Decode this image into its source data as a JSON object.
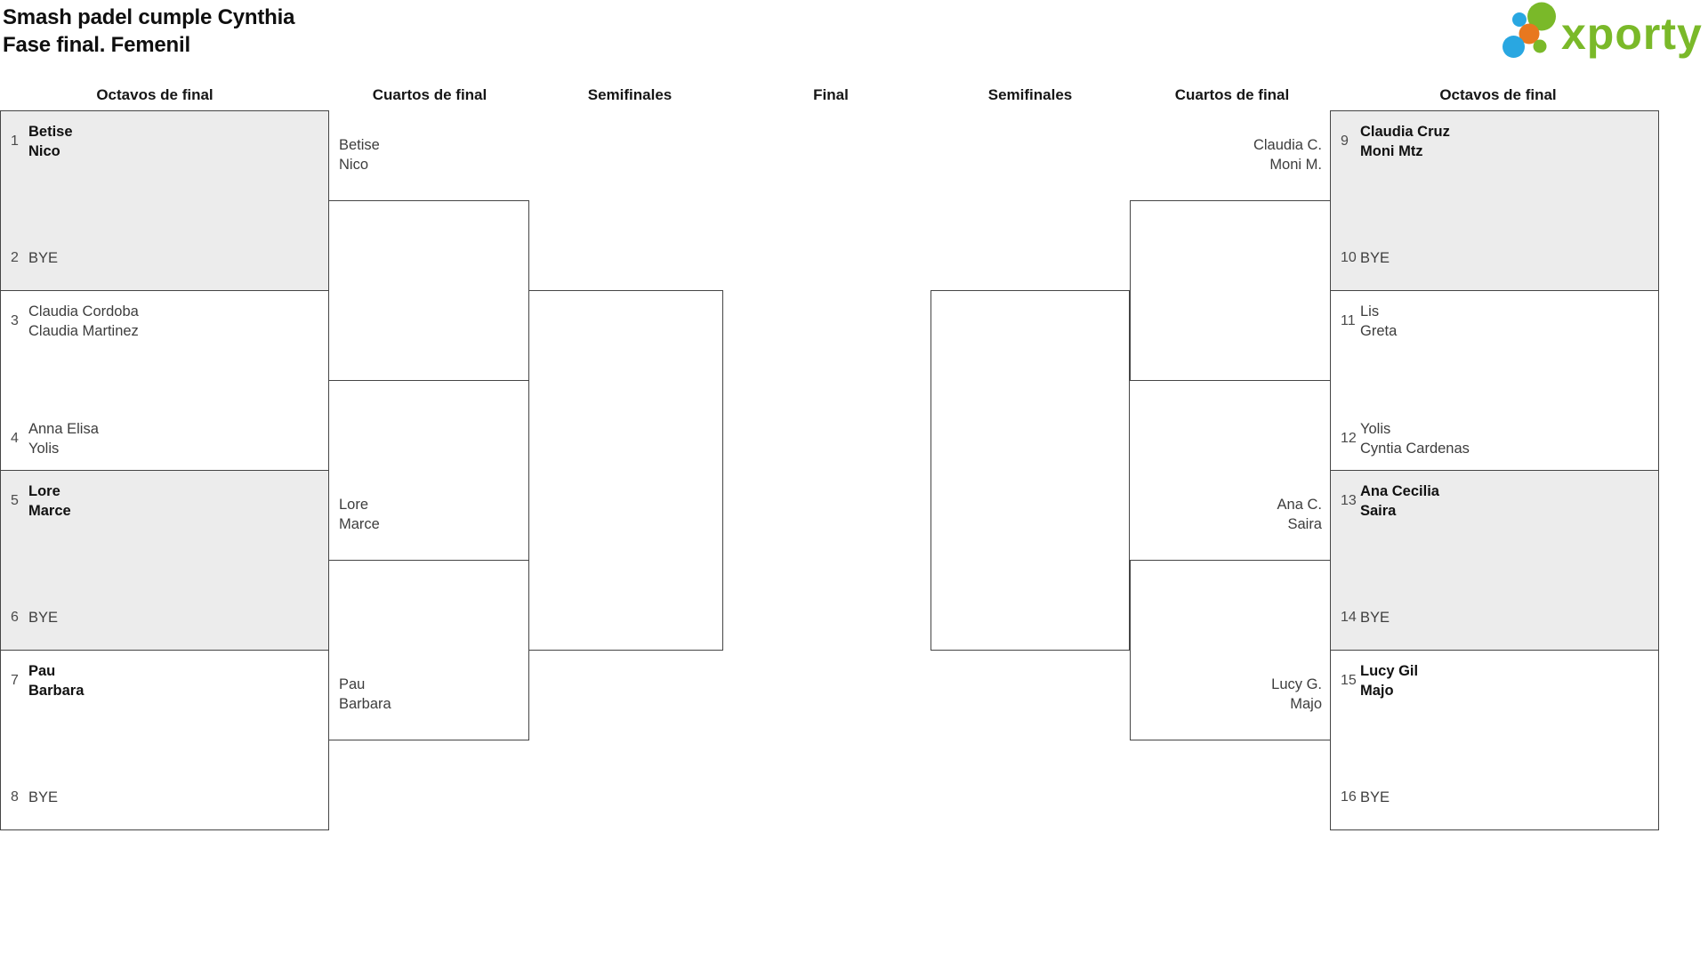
{
  "title": {
    "line1": "Smash padel cumple Cynthia",
    "line2": "Fase final. Femenil"
  },
  "logo": {
    "brand": "xporty",
    "green": "#7ab929",
    "blue": "#29a7e1",
    "orange": "#e8781f"
  },
  "headers": [
    "Octavos de final",
    "Cuartos de final",
    "Semifinales",
    "Final",
    "Semifinales",
    "Cuartos de final",
    "Octavos de final"
  ],
  "colors": {
    "shaded_box": "#ececec",
    "line": "#454545",
    "winner_text": "#111111",
    "regular_text": "#3d3d3d",
    "number_text": "#4a4a4a"
  },
  "octavos_left": [
    {
      "shaded": true,
      "slots": [
        {
          "num": "1",
          "lines": [
            "Betise",
            "Nico"
          ],
          "winner": true
        },
        {
          "num": "2",
          "lines": [
            "BYE"
          ],
          "winner": false
        }
      ]
    },
    {
      "shaded": false,
      "slots": [
        {
          "num": "3",
          "lines": [
            "Claudia Cordoba",
            "Claudia Martinez"
          ],
          "winner": false
        },
        {
          "num": "4",
          "lines": [
            "Anna Elisa",
            "Yolis"
          ],
          "winner": false
        }
      ]
    },
    {
      "shaded": true,
      "slots": [
        {
          "num": "5",
          "lines": [
            "Lore",
            "Marce"
          ],
          "winner": true
        },
        {
          "num": "6",
          "lines": [
            "BYE"
          ],
          "winner": false
        }
      ]
    },
    {
      "shaded": false,
      "slots": [
        {
          "num": "7",
          "lines": [
            "Pau",
            "Barbara"
          ],
          "winner": true
        },
        {
          "num": "8",
          "lines": [
            "BYE"
          ],
          "winner": false
        }
      ]
    }
  ],
  "octavos_right": [
    {
      "shaded": true,
      "slots": [
        {
          "num": "9",
          "lines": [
            "Claudia Cruz",
            "Moni Mtz"
          ],
          "winner": true
        },
        {
          "num": "10",
          "lines": [
            "BYE"
          ],
          "winner": false
        }
      ]
    },
    {
      "shaded": false,
      "slots": [
        {
          "num": "11",
          "lines": [
            "Lis",
            "Greta"
          ],
          "winner": false
        },
        {
          "num": "12",
          "lines": [
            "Yolis",
            "Cyntia Cardenas"
          ],
          "winner": false
        }
      ]
    },
    {
      "shaded": true,
      "slots": [
        {
          "num": "13",
          "lines": [
            "Ana Cecilia",
            "Saira"
          ],
          "winner": true
        },
        {
          "num": "14",
          "lines": [
            "BYE"
          ],
          "winner": false
        }
      ]
    },
    {
      "shaded": false,
      "slots": [
        {
          "num": "15",
          "lines": [
            "Lucy Gil",
            "Majo"
          ],
          "winner": true
        },
        {
          "num": "16",
          "lines": [
            "BYE"
          ],
          "winner": false
        }
      ]
    }
  ],
  "cuartos_left": [
    {
      "lines": [
        "Betise",
        "Nico"
      ]
    },
    {
      "lines": [
        "Lore",
        "Marce"
      ]
    },
    {
      "lines": [
        "Pau",
        "Barbara"
      ]
    }
  ],
  "cuartos_right": [
    {
      "lines": [
        "Claudia C.",
        "Moni M."
      ]
    },
    {
      "lines": [
        "Ana C.",
        "Saira"
      ]
    },
    {
      "lines": [
        "Lucy G.",
        "Majo"
      ]
    }
  ]
}
